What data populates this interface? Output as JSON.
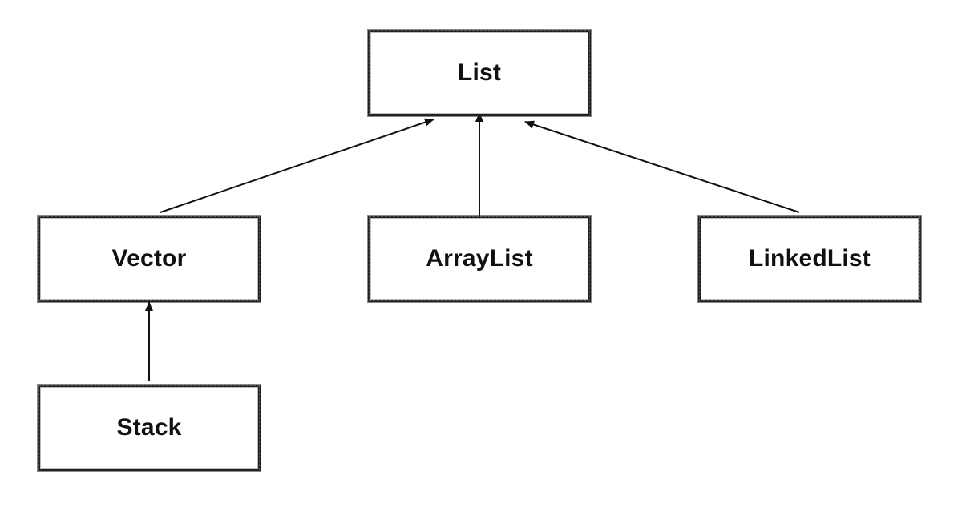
{
  "diagram": {
    "nodes": {
      "list": "List",
      "vector": "Vector",
      "arraylist": "ArrayList",
      "linkedlist": "LinkedList",
      "stack": "Stack"
    },
    "edges": [
      {
        "from": "Vector",
        "to": "List"
      },
      {
        "from": "ArrayList",
        "to": "List"
      },
      {
        "from": "LinkedList",
        "to": "List"
      },
      {
        "from": "Stack",
        "to": "Vector"
      }
    ],
    "colors": {
      "stroke": "#111111",
      "text": "#111111",
      "background": "#ffffff"
    }
  }
}
